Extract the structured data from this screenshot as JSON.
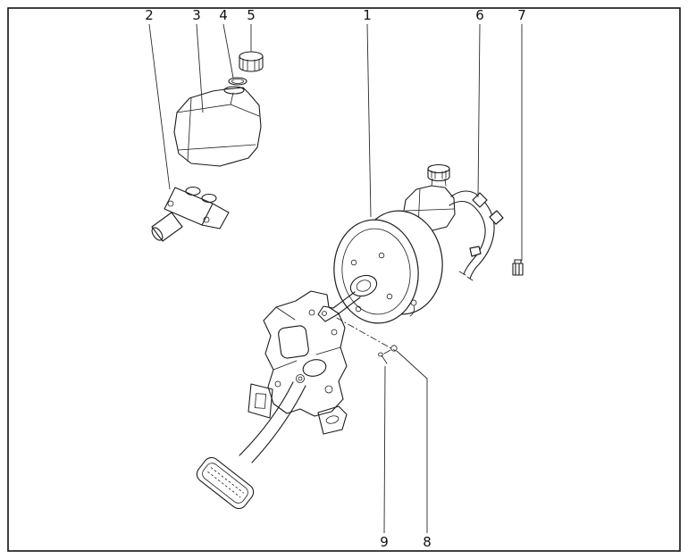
{
  "colors": {
    "line": "#1c1c1c",
    "background": "#ffffff"
  },
  "callouts": {
    "top": [
      {
        "label": "2"
      },
      {
        "label": "3"
      },
      {
        "label": "4"
      },
      {
        "label": "5"
      },
      {
        "label": "1"
      },
      {
        "label": "6"
      },
      {
        "label": "7"
      }
    ],
    "bottom": [
      {
        "label": "9"
      },
      {
        "label": "8"
      }
    ]
  }
}
